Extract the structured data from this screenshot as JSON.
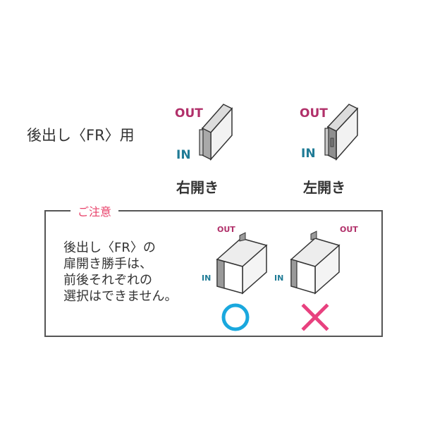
{
  "section_label": "後出し〈FR〉用",
  "labels": {
    "out": "OUT",
    "in": "IN"
  },
  "openings": {
    "right": "右開き",
    "left": "左開き"
  },
  "notice": {
    "title": "ご注意",
    "lines": [
      "後出し〈FR〉の",
      "扉開き勝手は、",
      "前後それぞれの",
      "選択はできません。"
    ],
    "correct_mark": "○",
    "wrong_mark": "×"
  },
  "colors": {
    "out_label": "#b1306a",
    "in_label": "#1f7b96",
    "notice_title": "#e8416a",
    "correct": "#1aa8de",
    "wrong": "#e8417f"
  }
}
